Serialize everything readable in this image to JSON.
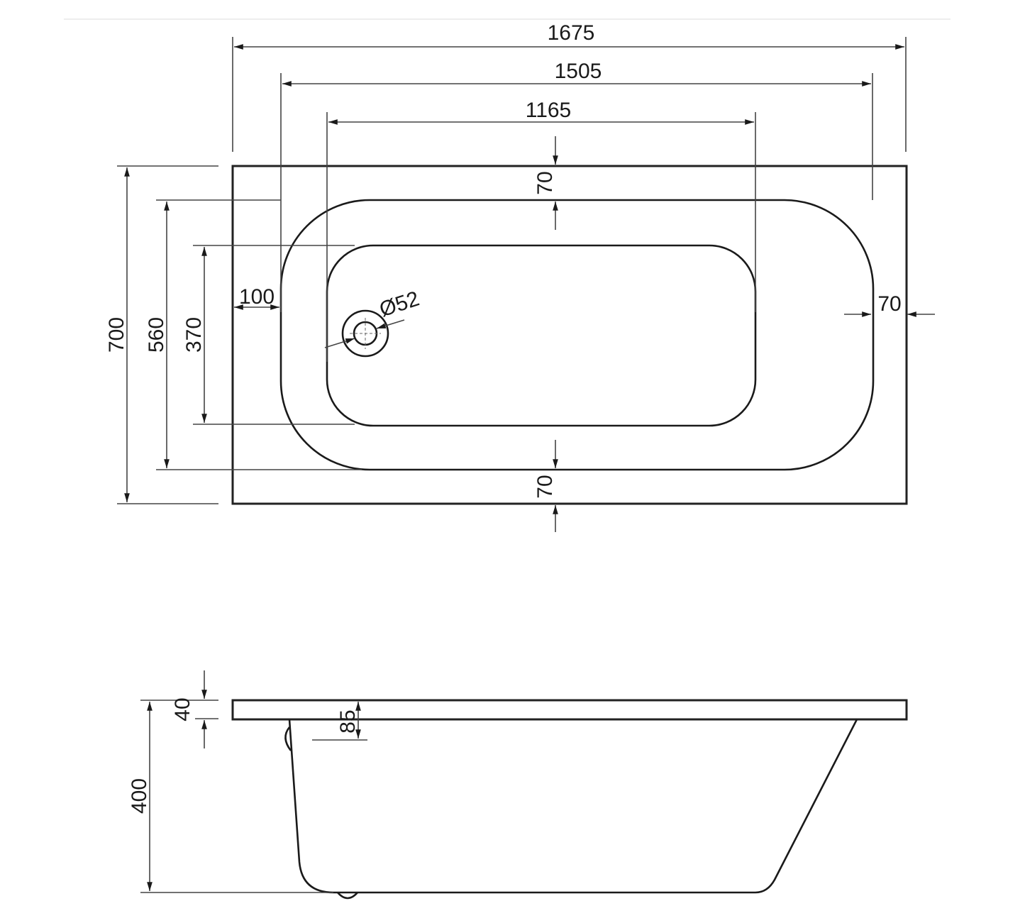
{
  "drawing": {
    "title": "Bathtub technical drawing",
    "colors": {
      "line": "#1a1a1a",
      "dimension_line": "#444444",
      "background": "#ffffff"
    },
    "plan_view": {
      "overall_length": "1675",
      "bowl_outer_length": "1505",
      "bowl_inner_length": "1165",
      "overall_width": "700",
      "bowl_outer_width": "560",
      "bowl_inner_width": "370",
      "rim_top": "70",
      "rim_bottom": "70",
      "rim_right": "70",
      "rim_left": "100",
      "drain_diameter": "Ø52"
    },
    "side_view": {
      "rim_thickness": "40",
      "overflow_offset": "85",
      "overall_height": "400"
    }
  }
}
